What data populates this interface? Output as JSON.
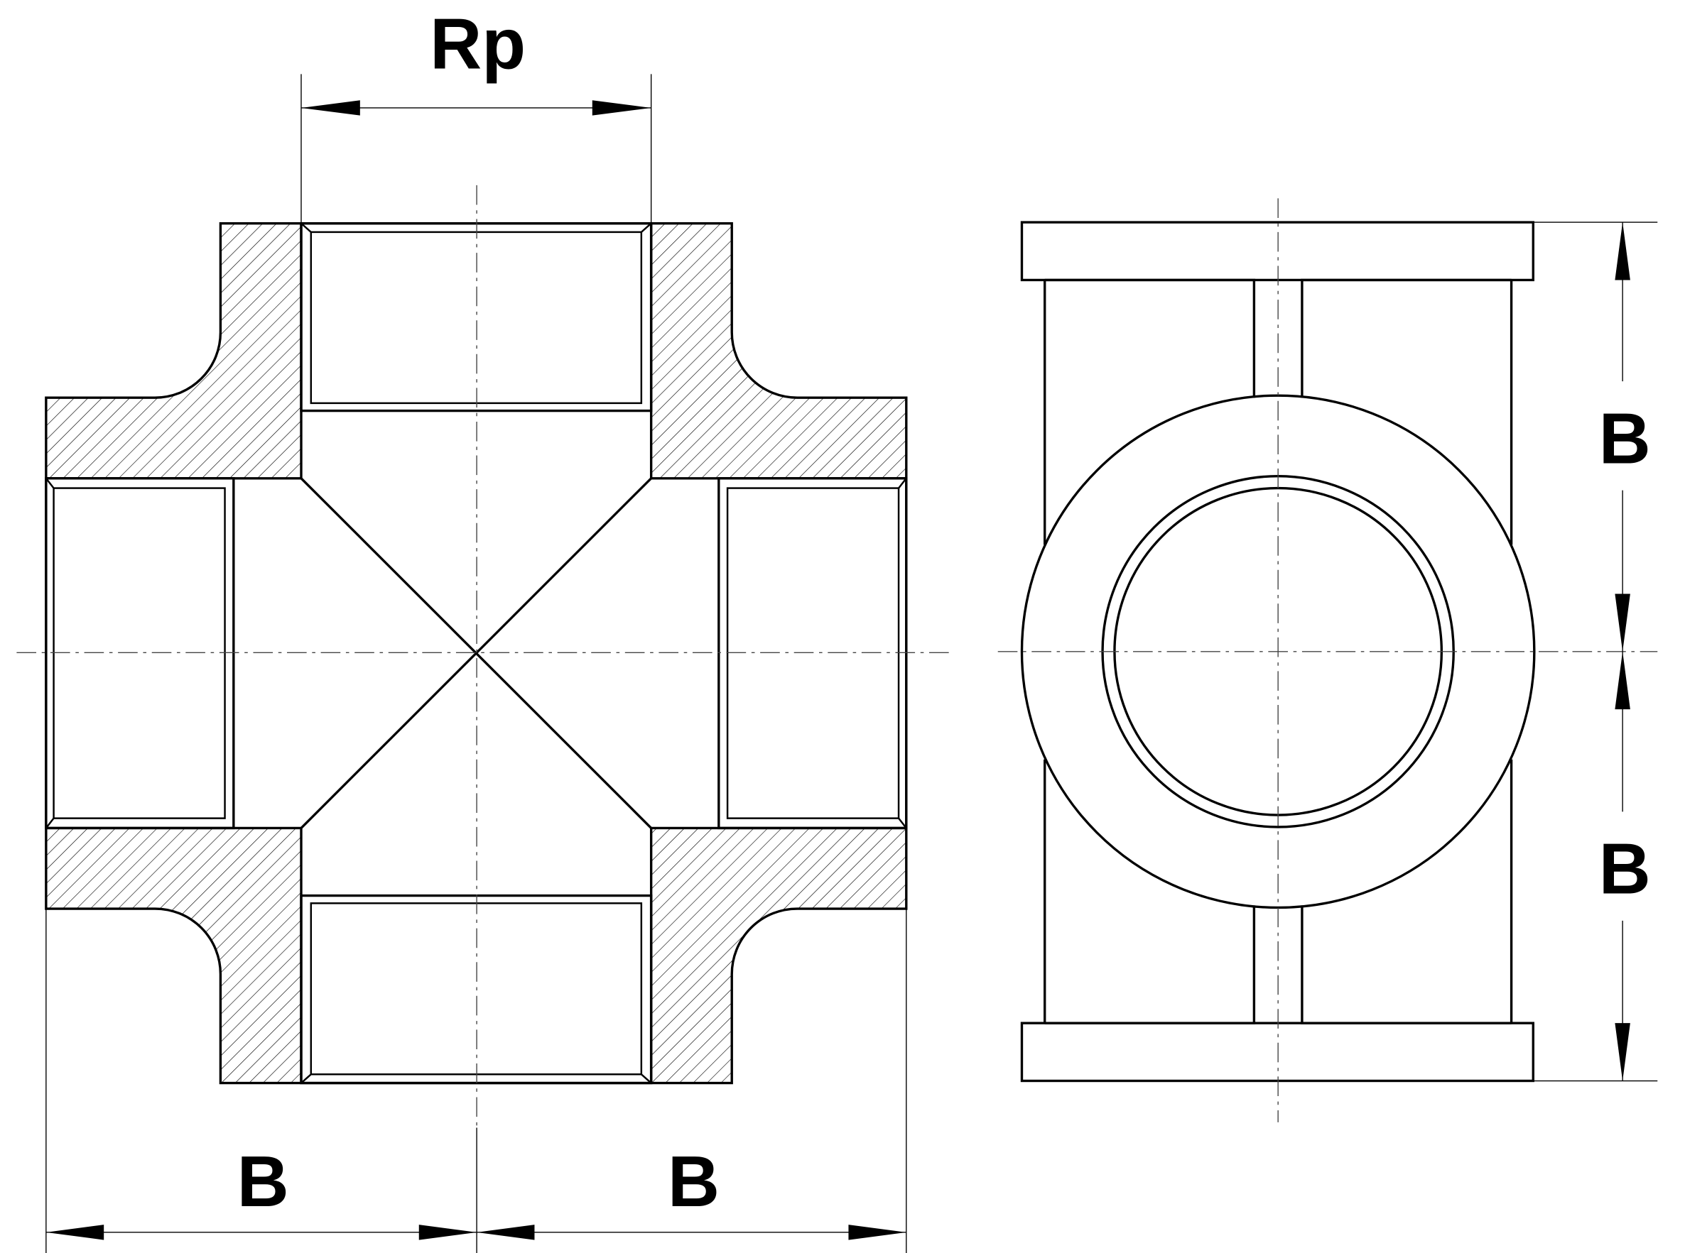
{
  "labels": {
    "rp": "Rp",
    "b_bottom_left": "B",
    "b_bottom_right": "B",
    "b_right_top": "B",
    "b_right_bottom": "B"
  },
  "colors": {
    "line": "#000000",
    "background": "#ffffff"
  }
}
